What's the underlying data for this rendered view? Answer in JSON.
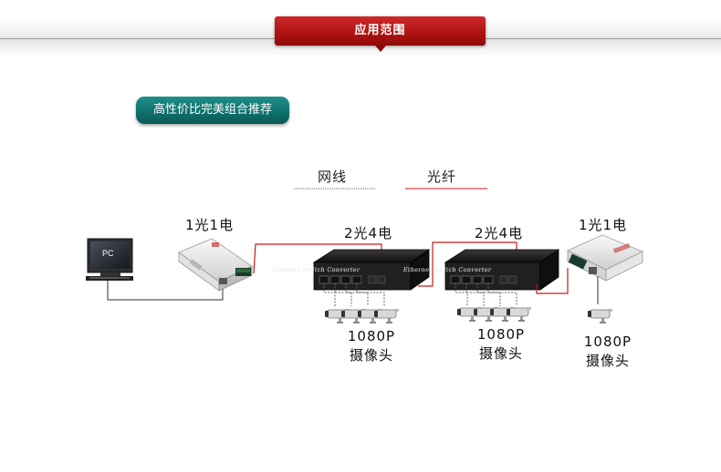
{
  "header": {
    "title": "应用范围"
  },
  "badge": {
    "text": "高性价比完美组合推荐"
  },
  "legend": {
    "cable_label": "网线",
    "fiber_label": "光纤"
  },
  "devices": {
    "pc_label": "PC",
    "converter_left_label": "1光1电",
    "switch_left_label": "2光4电",
    "switch_right_label": "2光4电",
    "converter_right_label": "1光1电",
    "switch_brand": "Ethernet Switch Converter"
  },
  "cameras": {
    "group1": {
      "line1": "1080P",
      "line2": "摄像头"
    },
    "group2": {
      "line1": "1080P",
      "line2": "摄像头"
    },
    "group3": {
      "line1": "1080P",
      "line2": "摄像头"
    }
  },
  "colors": {
    "header_red": "#b11313",
    "badge_teal": "#0e6f6b",
    "fiber_red": "#c41a1a",
    "cable_gray": "#555555"
  }
}
